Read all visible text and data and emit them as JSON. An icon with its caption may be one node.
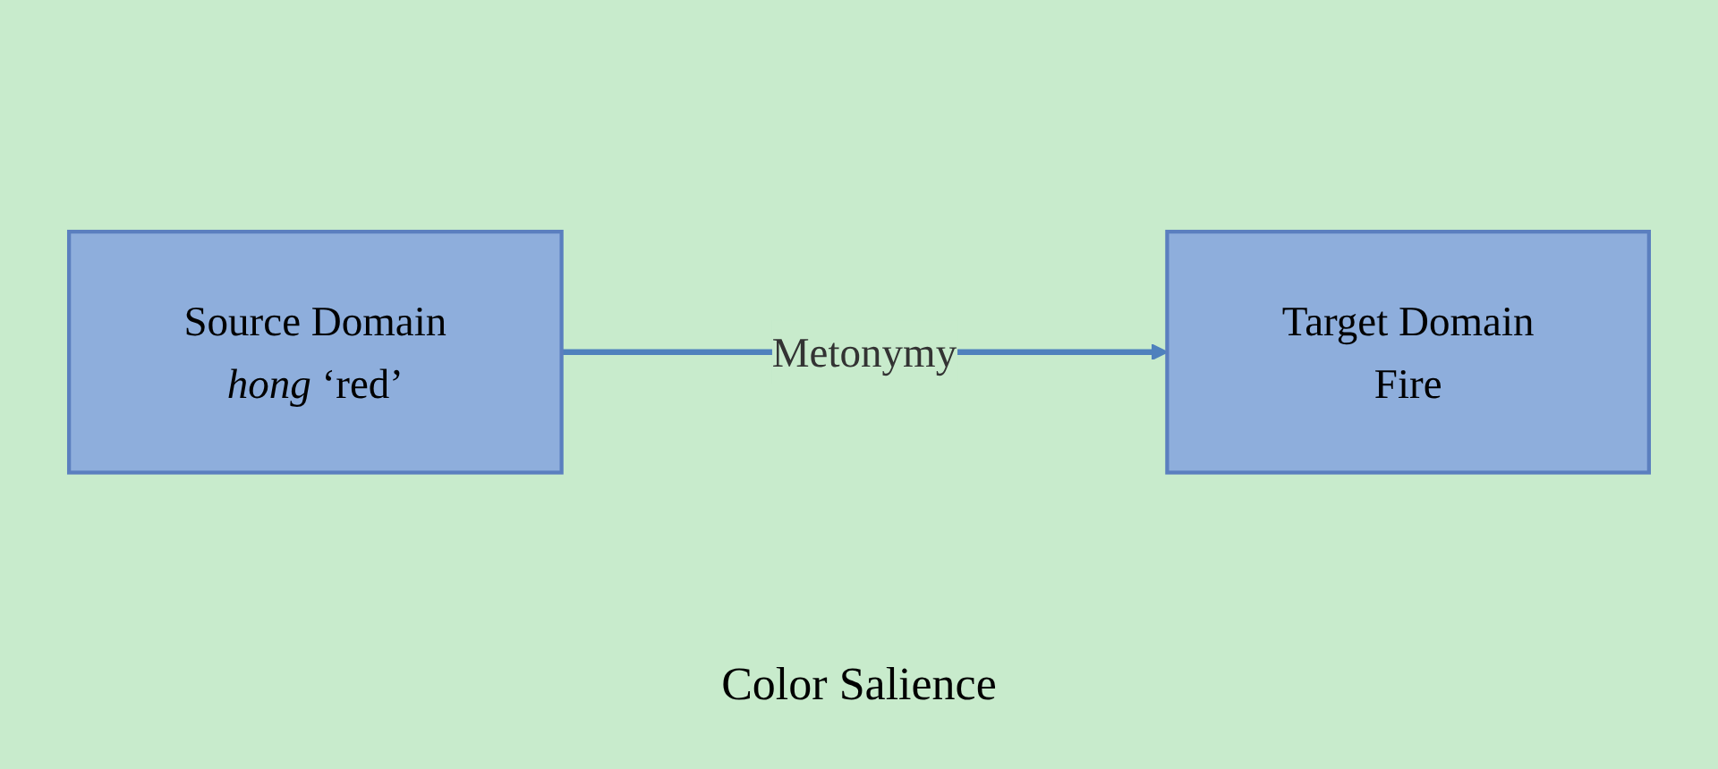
{
  "diagram": {
    "nodes": [
      {
        "text": [
          "Source Domain",
          "*hong* ‘red’"
        ]
      },
      {
        "text": [
          "Target Domain",
          "Fire"
        ]
      }
    ],
    "edges": [
      {
        "from": 0,
        "to": 1,
        "arrow": "to",
        "label": "Metonymy"
      }
    ],
    "labels": [
      "Color Salience"
    ]
  }
}
